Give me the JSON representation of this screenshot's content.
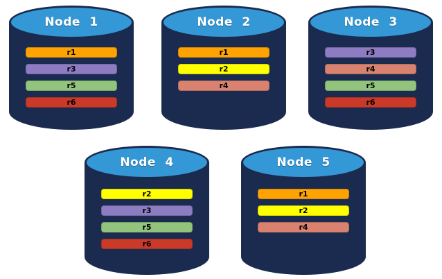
{
  "diagram": {
    "description": "database nodes with replica bars",
    "colors": {
      "cylinder_body": "#1A2B4F",
      "cylinder_top": "#3598D6",
      "title_text": "#FFFFFF",
      "bar_text": "#000000"
    },
    "replica_colors": {
      "r1": "#FFA303",
      "r2": "#FFFF00",
      "r3": "#8E7CC3",
      "r4": "#D8826F",
      "r5": "#93C47D",
      "r6": "#C93A28"
    },
    "nodes": [
      {
        "name": "Node 1",
        "replicas": [
          "r1",
          "r3",
          "r5",
          "r6"
        ]
      },
      {
        "name": "Node 2",
        "replicas": [
          "r1",
          "r2",
          "r4"
        ]
      },
      {
        "name": "Node 3",
        "replicas": [
          "r3",
          "r4",
          "r5",
          "r6"
        ]
      },
      {
        "name": "Node 4",
        "replicas": [
          "r2",
          "r3",
          "r5",
          "r6"
        ]
      },
      {
        "name": "Node 5",
        "replicas": [
          "r1",
          "r2",
          "r4"
        ]
      }
    ]
  }
}
